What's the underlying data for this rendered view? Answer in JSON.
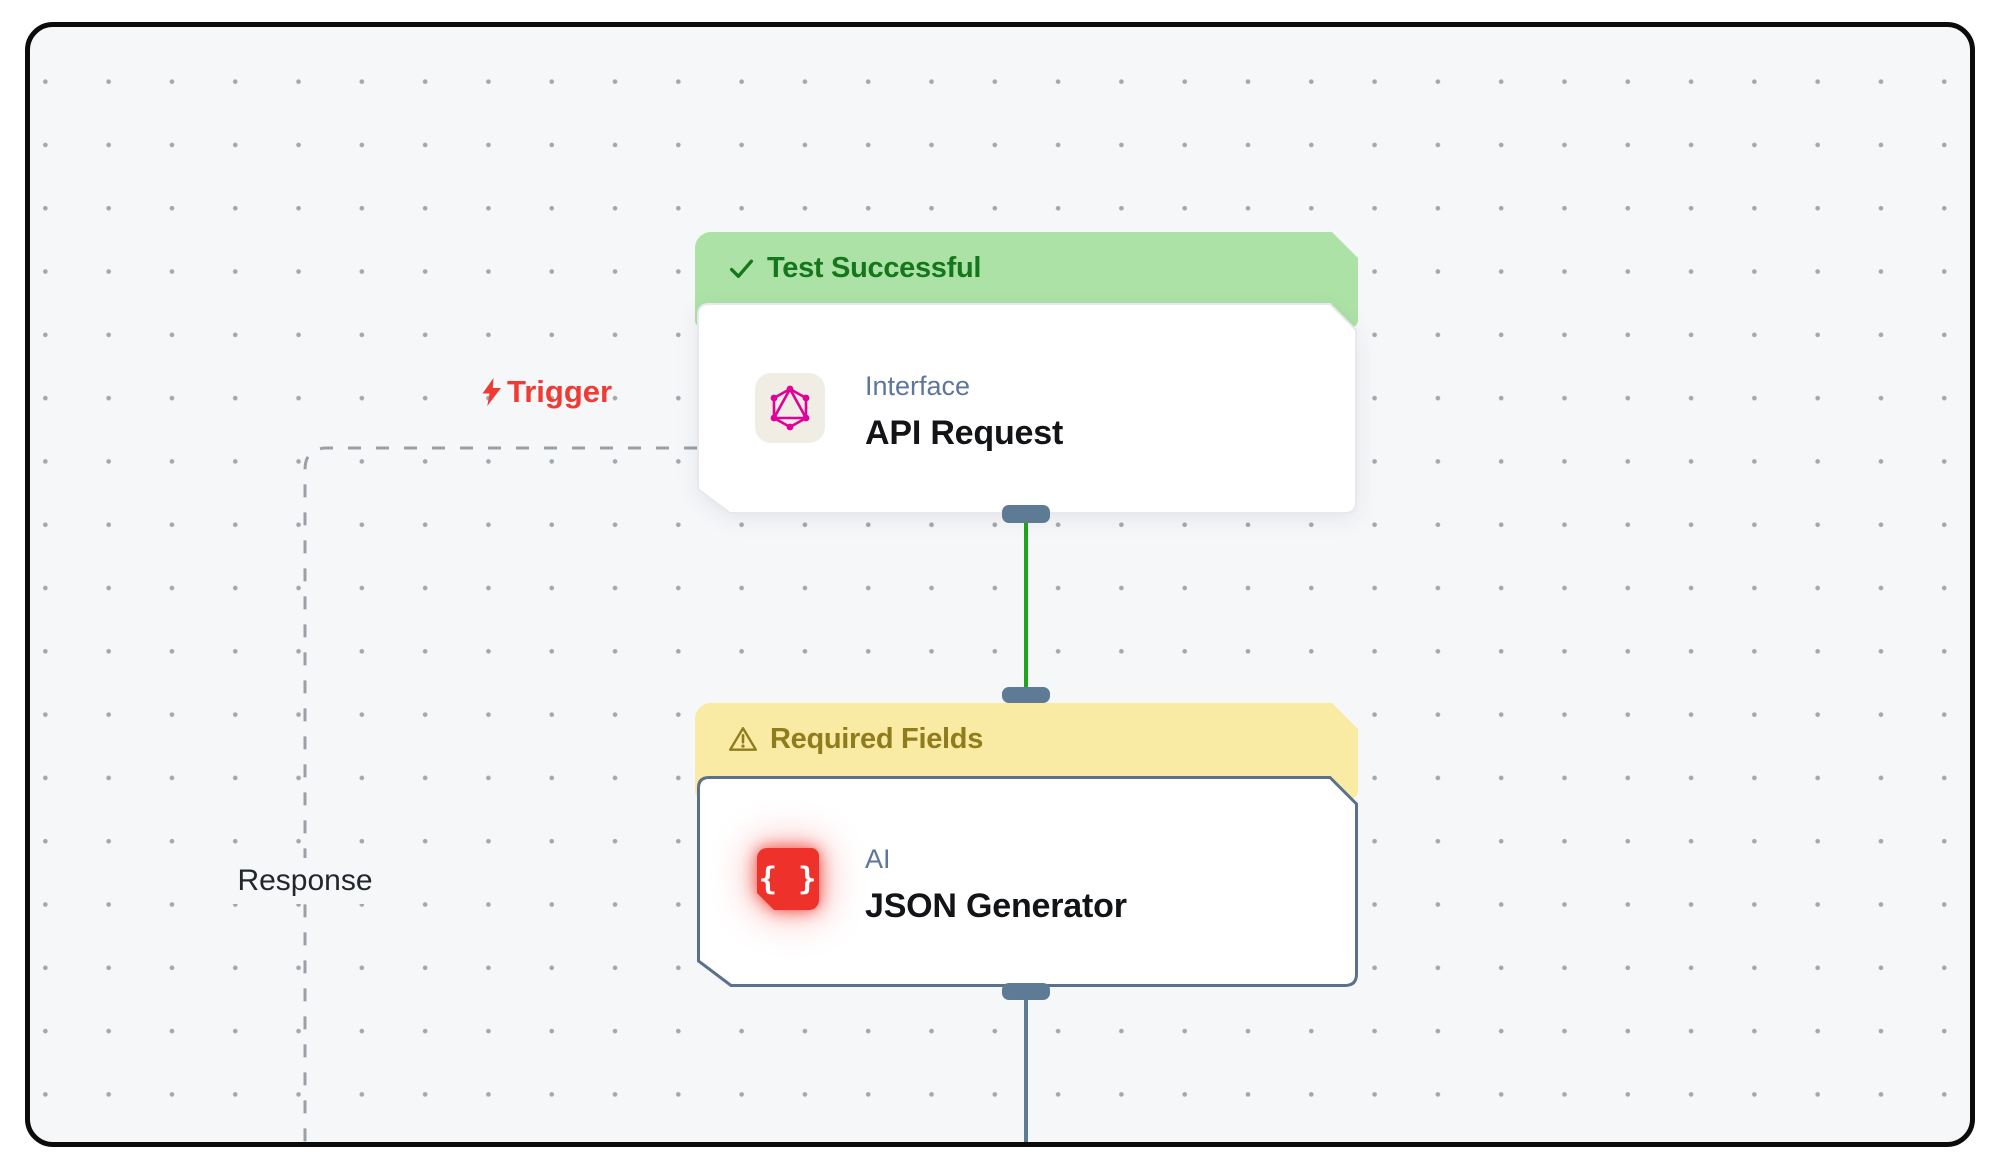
{
  "theme": {
    "canvas_bg": "#f6f7f9",
    "frame": "#0b0b0b",
    "dot": "#a3a8af",
    "success_banner_bg": "#ade2a6",
    "success_text": "#15761d",
    "warning_banner_bg": "#f9eba3",
    "warning_text": "#8f7c1c",
    "edge_success": "#1ea519",
    "edge_pending": "#5d7b94",
    "edge_dashed": "#9aa0a8",
    "trigger_red": "#ee3b33",
    "category_text": "#5d7699",
    "title_text": "#121417",
    "graphql_pink": "#e10098",
    "json_red": "#ee322b",
    "icon_tile_bg": "#f0ede5",
    "card_border": "#e7e9ee",
    "card_border_selected": "#5b708a"
  },
  "edges": {
    "trigger": {
      "label": "Trigger",
      "color": "#ee3b33",
      "icon": "lightning-bolt-icon"
    },
    "response": {
      "label": "Response"
    },
    "success_edge_color": "#1ea519",
    "pending_edge_color": "#5d7b94",
    "dashed_edge_color": "#9aa0a8"
  },
  "nodes": [
    {
      "id": "api-request",
      "status_banner": {
        "label": "Test Successful",
        "icon": "check-icon",
        "bg": "#ade2a6",
        "color": "#15761d"
      },
      "category": "Interface",
      "title": "API Request",
      "icon": "graphql-icon"
    },
    {
      "id": "json-generator",
      "status_banner": {
        "label": "Required Fields",
        "icon": "warning-icon",
        "bg": "#f9eba3",
        "color": "#8f7c1c"
      },
      "category": "AI",
      "title": "JSON Generator",
      "icon": "json-braces-icon",
      "icon_glyph": "{ }"
    }
  ]
}
